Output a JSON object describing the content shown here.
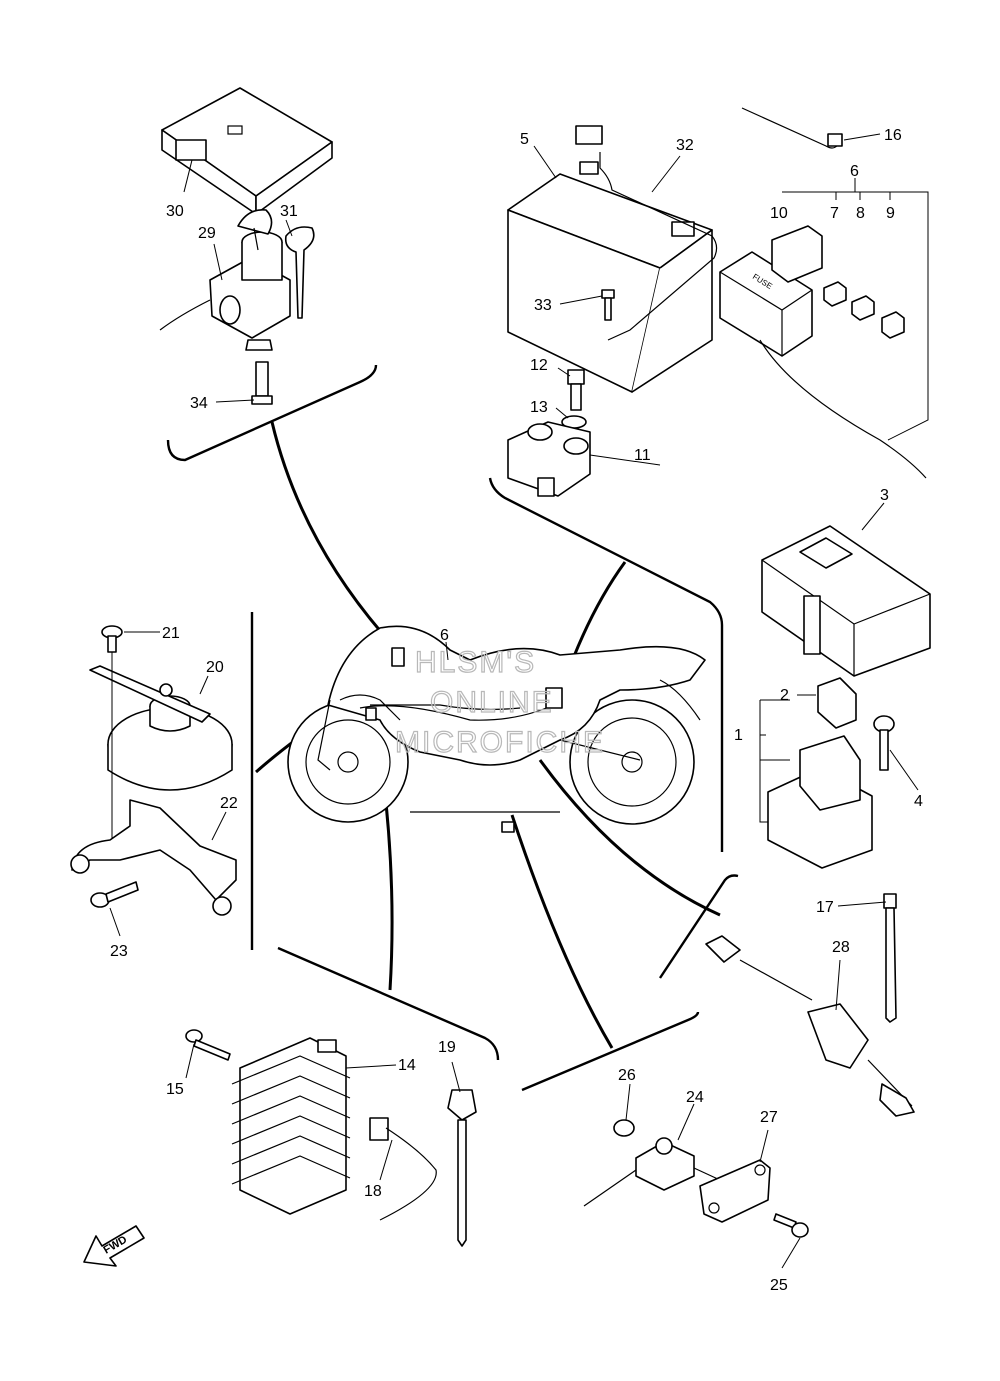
{
  "diagram": {
    "watermark": [
      "HLSM'S",
      "ONLINE",
      "MICROFICHE"
    ],
    "fwd_label": "FWD",
    "fuse_label": "FUSE",
    "parts": [
      {
        "id": "p1",
        "label": "1"
      },
      {
        "id": "p2",
        "label": "2"
      },
      {
        "id": "p3",
        "label": "3"
      },
      {
        "id": "p4",
        "label": "4"
      },
      {
        "id": "p5",
        "label": "5"
      },
      {
        "id": "p6",
        "label": "6"
      },
      {
        "id": "p6b",
        "label": "6"
      },
      {
        "id": "p7",
        "label": "7"
      },
      {
        "id": "p8",
        "label": "8"
      },
      {
        "id": "p9",
        "label": "9"
      },
      {
        "id": "p10",
        "label": "10"
      },
      {
        "id": "p11",
        "label": "11"
      },
      {
        "id": "p12",
        "label": "12"
      },
      {
        "id": "p13",
        "label": "13"
      },
      {
        "id": "p14",
        "label": "14"
      },
      {
        "id": "p15",
        "label": "15"
      },
      {
        "id": "p16",
        "label": "16"
      },
      {
        "id": "p17",
        "label": "17"
      },
      {
        "id": "p18",
        "label": "18"
      },
      {
        "id": "p19",
        "label": "19"
      },
      {
        "id": "p20",
        "label": "20"
      },
      {
        "id": "p21",
        "label": "21"
      },
      {
        "id": "p22",
        "label": "22"
      },
      {
        "id": "p23",
        "label": "23"
      },
      {
        "id": "p24",
        "label": "24"
      },
      {
        "id": "p25",
        "label": "25"
      },
      {
        "id": "p26",
        "label": "26"
      },
      {
        "id": "p27",
        "label": "27"
      },
      {
        "id": "p28",
        "label": "28"
      },
      {
        "id": "p29",
        "label": "29"
      },
      {
        "id": "p30",
        "label": "30"
      },
      {
        "id": "p31",
        "label": "31"
      },
      {
        "id": "p32",
        "label": "32"
      },
      {
        "id": "p33",
        "label": "33"
      },
      {
        "id": "p34",
        "label": "34"
      }
    ]
  }
}
